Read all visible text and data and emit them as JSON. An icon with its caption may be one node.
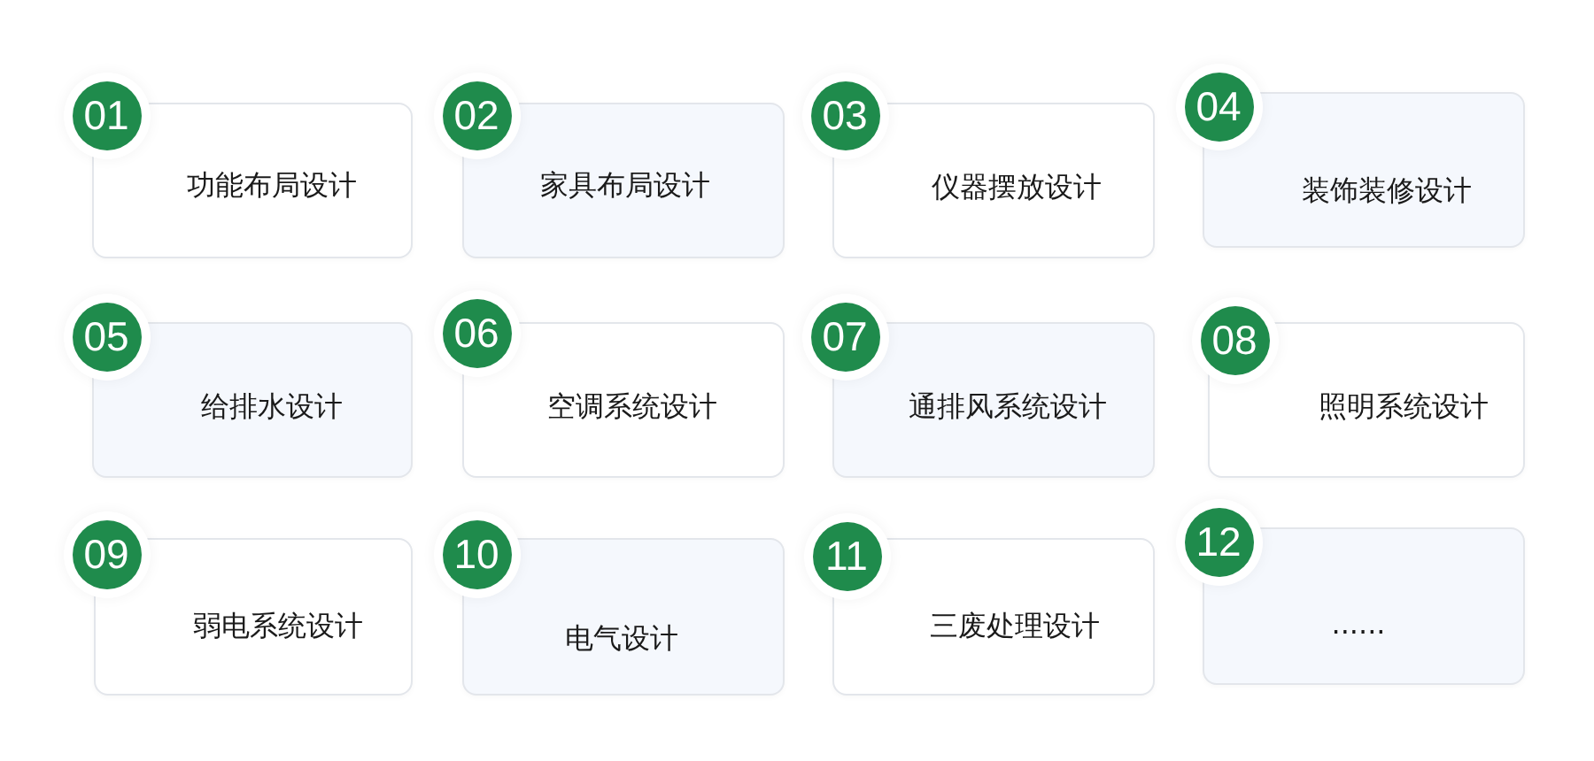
{
  "diagram": {
    "nodes": [
      {
        "text": [
          "01"
        ]
      },
      {
        "text": [
          "功能布局设计"
        ]
      },
      {
        "text": [
          "02"
        ]
      },
      {
        "text": [
          "家具布局设计"
        ]
      },
      {
        "text": [
          "03"
        ]
      },
      {
        "text": [
          "仪器摆放设计"
        ]
      },
      {
        "text": [
          "04"
        ]
      },
      {
        "text": [
          "装饰装修设计"
        ]
      },
      {
        "text": [
          "05"
        ]
      },
      {
        "text": [
          "给排水设计"
        ]
      },
      {
        "text": [
          "06"
        ]
      },
      {
        "text": [
          "空调系统设计"
        ]
      },
      {
        "text": [
          "07"
        ]
      },
      {
        "text": [
          "通排风系统设计"
        ]
      },
      {
        "text": [
          "08"
        ]
      },
      {
        "text": [
          "照明系统设计"
        ]
      },
      {
        "text": [
          "09"
        ]
      },
      {
        "text": [
          "弱电系统设计"
        ]
      },
      {
        "text": [
          "10"
        ]
      },
      {
        "text": [
          "电气设计"
        ]
      },
      {
        "text": [
          "11"
        ]
      },
      {
        "text": [
          "三废处理设计"
        ]
      },
      {
        "text": [
          "12"
        ]
      },
      {
        "text": [
          "......"
        ]
      }
    ]
  }
}
